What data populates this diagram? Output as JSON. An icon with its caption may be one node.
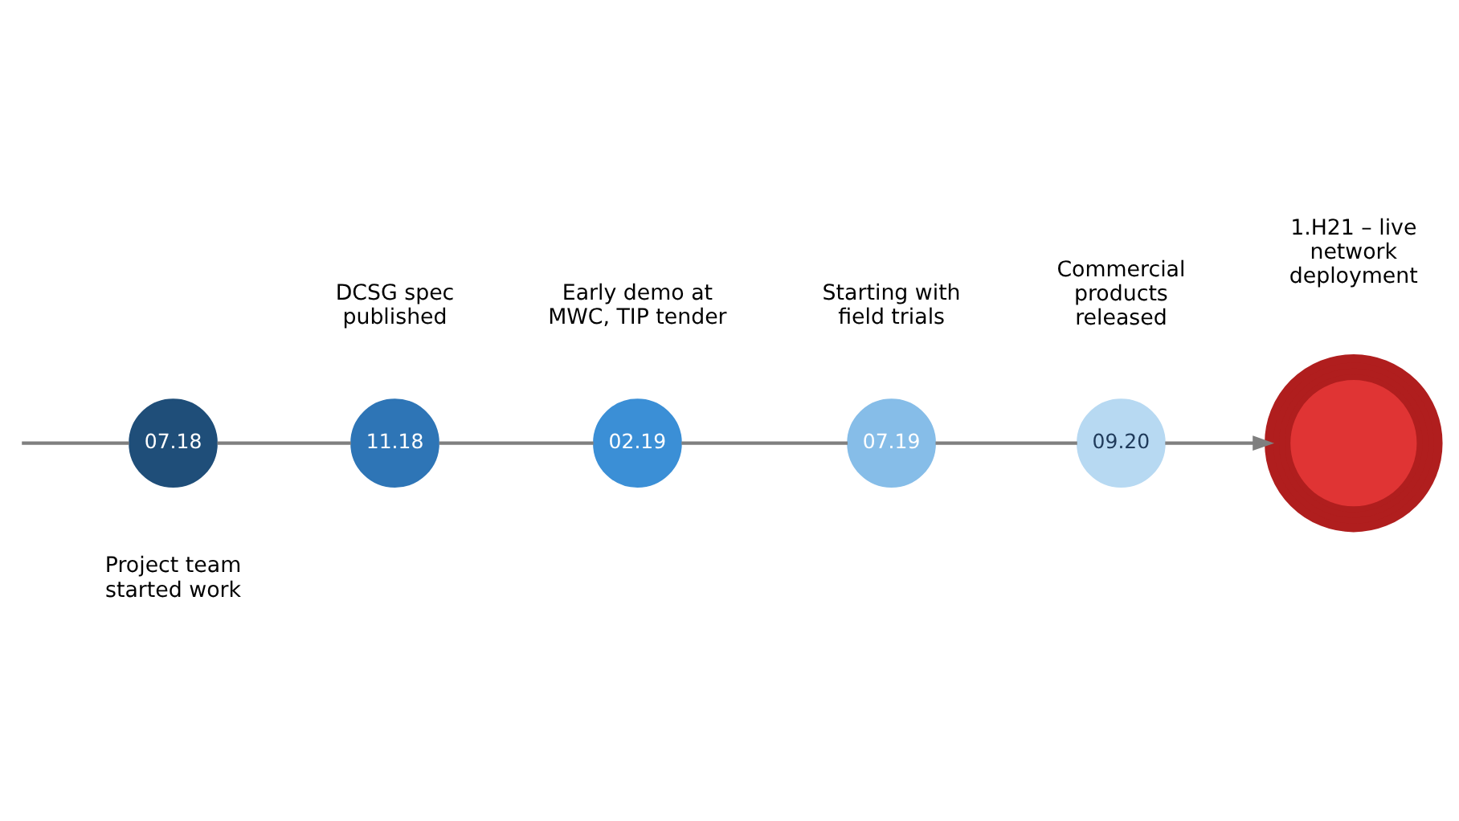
{
  "diagram": {
    "nodes": [
      {
        "text": [
          "07.18"
        ],
        "beside": [
          "Project team started work"
        ]
      },
      {
        "text": [
          "11.18"
        ],
        "beside": [
          "DCSG spec published"
        ]
      },
      {
        "text": [
          "02.19"
        ],
        "beside": [
          "Early demo at MWC, TIP tender"
        ]
      },
      {
        "text": [
          "07.19"
        ],
        "beside": [
          "Starting with field trials"
        ]
      },
      {
        "text": [
          "09.20"
        ],
        "beside": [
          "Commercial products released"
        ]
      },
      {
        "text": [],
        "shape": "picture",
        "beside": [
          "1.H21 – live network deployment"
        ]
      }
    ],
    "edges": [
      {
        "from": null,
        "to": 0,
        "arrow": "none"
      },
      {
        "from": 0,
        "to": 1,
        "arrow": "none"
      },
      {
        "from": 1,
        "to": 2,
        "arrow": "none"
      },
      {
        "from": 2,
        "to": 3,
        "arrow": "none"
      },
      {
        "from": 3,
        "to": 4,
        "arrow": "none"
      },
      {
        "from": 4,
        "to": 5,
        "arrow": "to"
      }
    ]
  }
}
